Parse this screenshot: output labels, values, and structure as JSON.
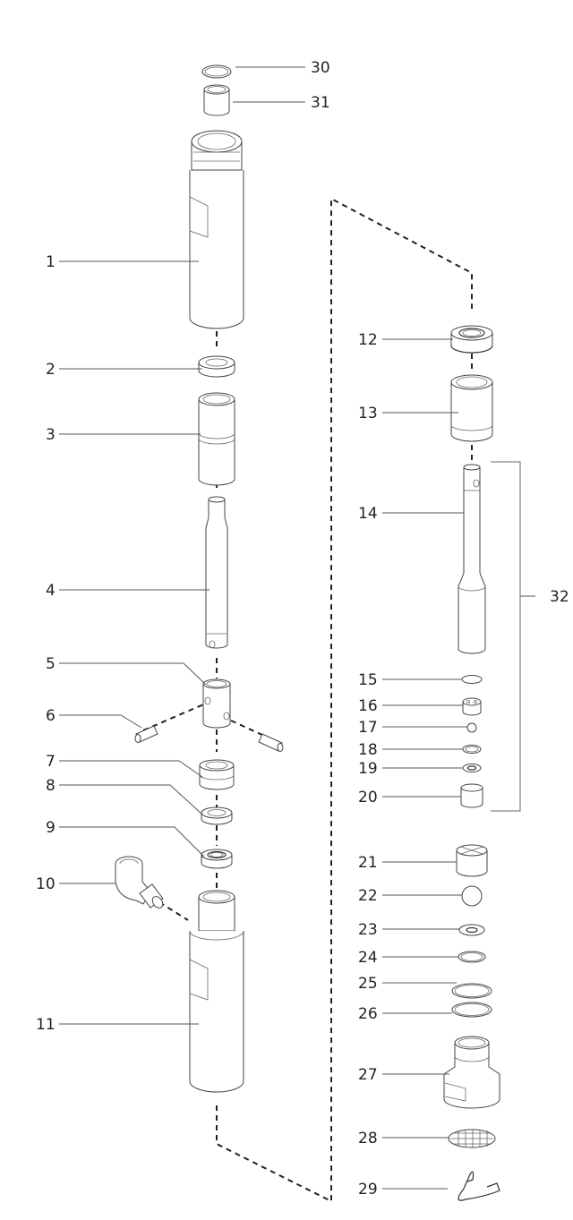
{
  "diagram": {
    "type": "exploded-parts-view",
    "callouts": [
      {
        "id": "1",
        "label": "1"
      },
      {
        "id": "2",
        "label": "2"
      },
      {
        "id": "3",
        "label": "3"
      },
      {
        "id": "4",
        "label": "4"
      },
      {
        "id": "5",
        "label": "5"
      },
      {
        "id": "6",
        "label": "6"
      },
      {
        "id": "7",
        "label": "7"
      },
      {
        "id": "8",
        "label": "8"
      },
      {
        "id": "9",
        "label": "9"
      },
      {
        "id": "10",
        "label": "10"
      },
      {
        "id": "11",
        "label": "11"
      },
      {
        "id": "12",
        "label": "12"
      },
      {
        "id": "13",
        "label": "13"
      },
      {
        "id": "14",
        "label": "14"
      },
      {
        "id": "15",
        "label": "15"
      },
      {
        "id": "16",
        "label": "16"
      },
      {
        "id": "17",
        "label": "17"
      },
      {
        "id": "18",
        "label": "18"
      },
      {
        "id": "19",
        "label": "19"
      },
      {
        "id": "20",
        "label": "20"
      },
      {
        "id": "21",
        "label": "21"
      },
      {
        "id": "22",
        "label": "22"
      },
      {
        "id": "23",
        "label": "23"
      },
      {
        "id": "24",
        "label": "24"
      },
      {
        "id": "25",
        "label": "25"
      },
      {
        "id": "26",
        "label": "26"
      },
      {
        "id": "27",
        "label": "27"
      },
      {
        "id": "28",
        "label": "28"
      },
      {
        "id": "29",
        "label": "29"
      },
      {
        "id": "30",
        "label": "30"
      },
      {
        "id": "31",
        "label": "31"
      },
      {
        "id": "32",
        "label": "32"
      }
    ],
    "groups": [
      {
        "label": "32",
        "members": [
          "14",
          "15",
          "16",
          "17",
          "18",
          "19",
          "20"
        ]
      }
    ]
  }
}
